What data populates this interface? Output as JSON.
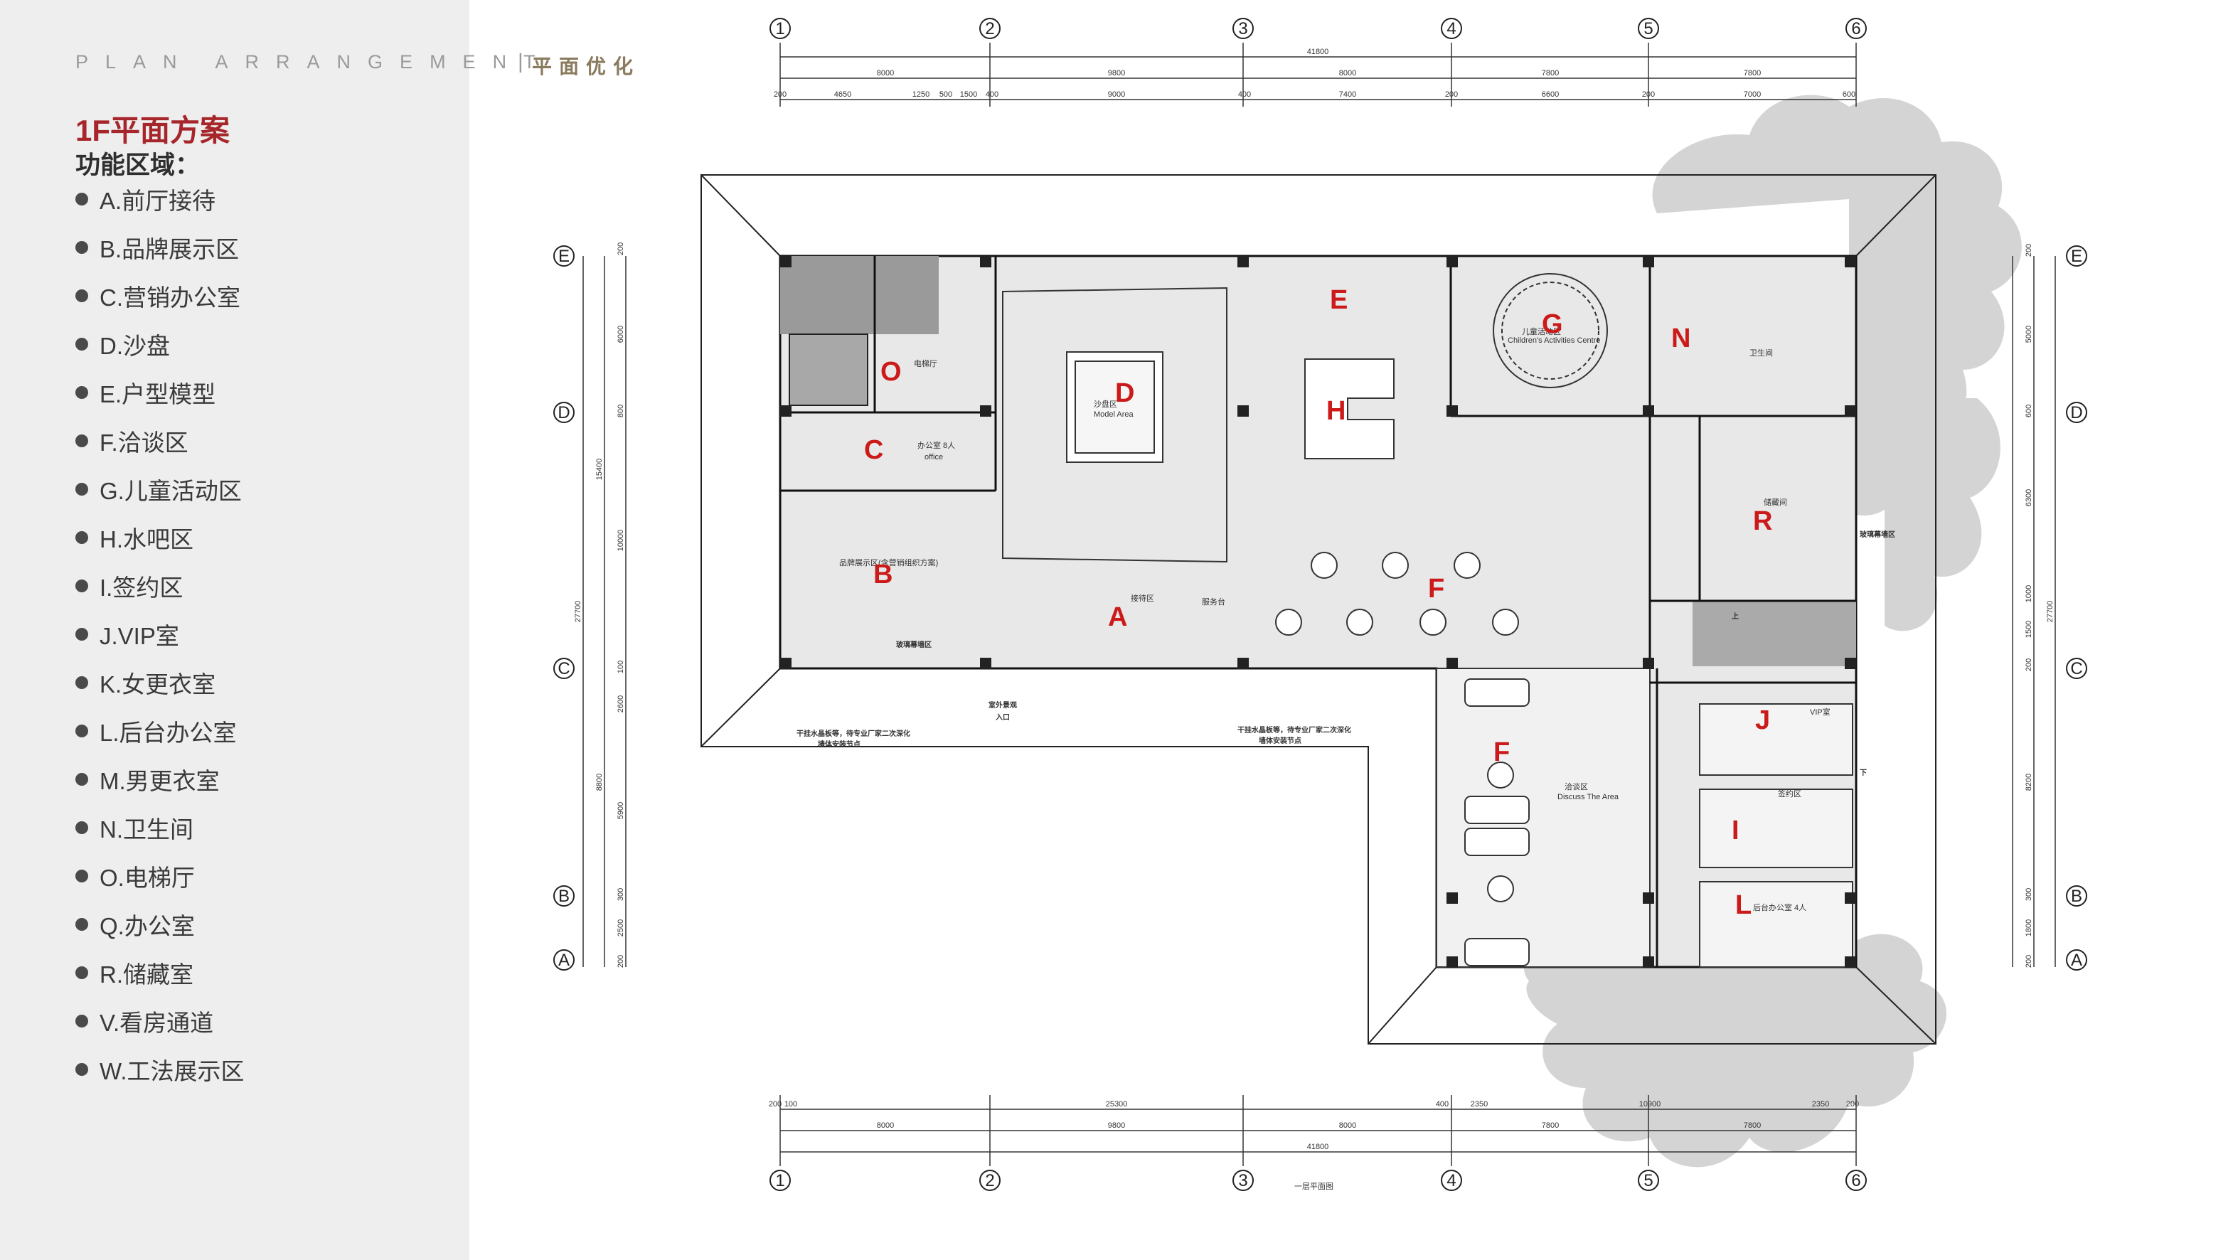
{
  "header": {
    "en": "PLAN ARRANGEMENT",
    "separator": "|",
    "cn": "平面优化"
  },
  "title": "1F平面方案",
  "subtitle": "功能区域：",
  "zones": [
    "A.前厅接待",
    "B.品牌展示区",
    "C.营销办公室",
    "D.沙盘",
    "E.户型模型",
    "F.洽谈区",
    "G.儿童活动区",
    "H.水吧区",
    "I.签约区",
    "J.VIP室",
    "K.女更衣室",
    "L.后台办公室",
    "M.男更衣室",
    "N.卫生间",
    "O.电梯厅",
    "Q.办公室",
    "R.储藏室",
    "V.看房通道",
    "W.工法展示区"
  ],
  "plan": {
    "room_labels": {
      "A": "A",
      "B": "B",
      "C": "C",
      "D": "D",
      "E": "E",
      "F1": "F",
      "F2": "F",
      "G": "G",
      "H": "H",
      "I": "I",
      "J": "J",
      "L": "L",
      "N": "N",
      "O": "O",
      "R": "R"
    },
    "grid_columns": [
      "1",
      "2",
      "3",
      "4",
      "5",
      "6"
    ],
    "grid_rows": [
      "E",
      "D",
      "C",
      "B",
      "A"
    ],
    "dims_top_total": "41800",
    "dims_top_bays": [
      "8000",
      "9800",
      "8000",
      "7800",
      "7800"
    ],
    "dims_top_detail": [
      "200",
      "4650",
      "1250",
      "500",
      "1500",
      "400",
      "9000",
      "400",
      "7400",
      "200",
      "6600",
      "200",
      "7000",
      "600"
    ],
    "dims_bottom_total": "41800",
    "dims_bottom_bays": [
      "8000",
      "9800",
      "8000",
      "7800",
      "7800"
    ],
    "dims_bottom_detail": [
      "200",
      "100",
      "25300",
      "400",
      "2350",
      "10900",
      "2350",
      "200"
    ],
    "dims_left_total": "27700",
    "dims_left_mid": [
      "15400",
      "8800"
    ],
    "dims_left_detail": [
      "200",
      "6000",
      "800",
      "10000",
      "100",
      "2600",
      "5900",
      "300",
      "2500",
      "200"
    ],
    "dims_right_total": "27700",
    "dims_right_detail": [
      "200",
      "5000",
      "600",
      "6300",
      "1000",
      "1500",
      "200",
      "8200",
      "300",
      "1800",
      "200"
    ],
    "room_notes": {
      "elevator_hall": "电梯厅",
      "office": "办公室 8人",
      "office_en": "office",
      "brand": "品牌展示区(含营销组织方案)",
      "sand_table": "沙盘区",
      "sand_table_en": "Model Area",
      "kids": "儿童活动区",
      "kids_en": "Children's Activities Centre",
      "negotiation": "洽谈区",
      "negotiation_en": "Discuss The Area",
      "storage": "储藏间",
      "vip": "VIP室",
      "sign": "签约区",
      "back_office": "后台办公室 4人",
      "reception": "接待区",
      "service": "服务台",
      "toilet": "卫生间",
      "drawing_title": "一层平面图"
    },
    "annotations": {
      "terrace_left": "干挂水晶板等，待专业厂家二次深化",
      "terrace_left_2": "墙体安装节点",
      "terrace_right": "干挂水晶板等，待专业厂家二次深化",
      "terrace_right_2": "墙体安装节点",
      "entry_note": "室外景观",
      "entry_note_2": "入口",
      "down_mark": "下",
      "up_mark": "上",
      "glass_wall": "玻璃幕墙区"
    }
  },
  "colors": {
    "accent_red": "#a6262b",
    "label_red": "#cc1a1a",
    "sidebar_bg": "#eeeeee",
    "wall": "#1a1a1a",
    "floor": "#e6e6e6",
    "tree": "#cfcfcf"
  }
}
